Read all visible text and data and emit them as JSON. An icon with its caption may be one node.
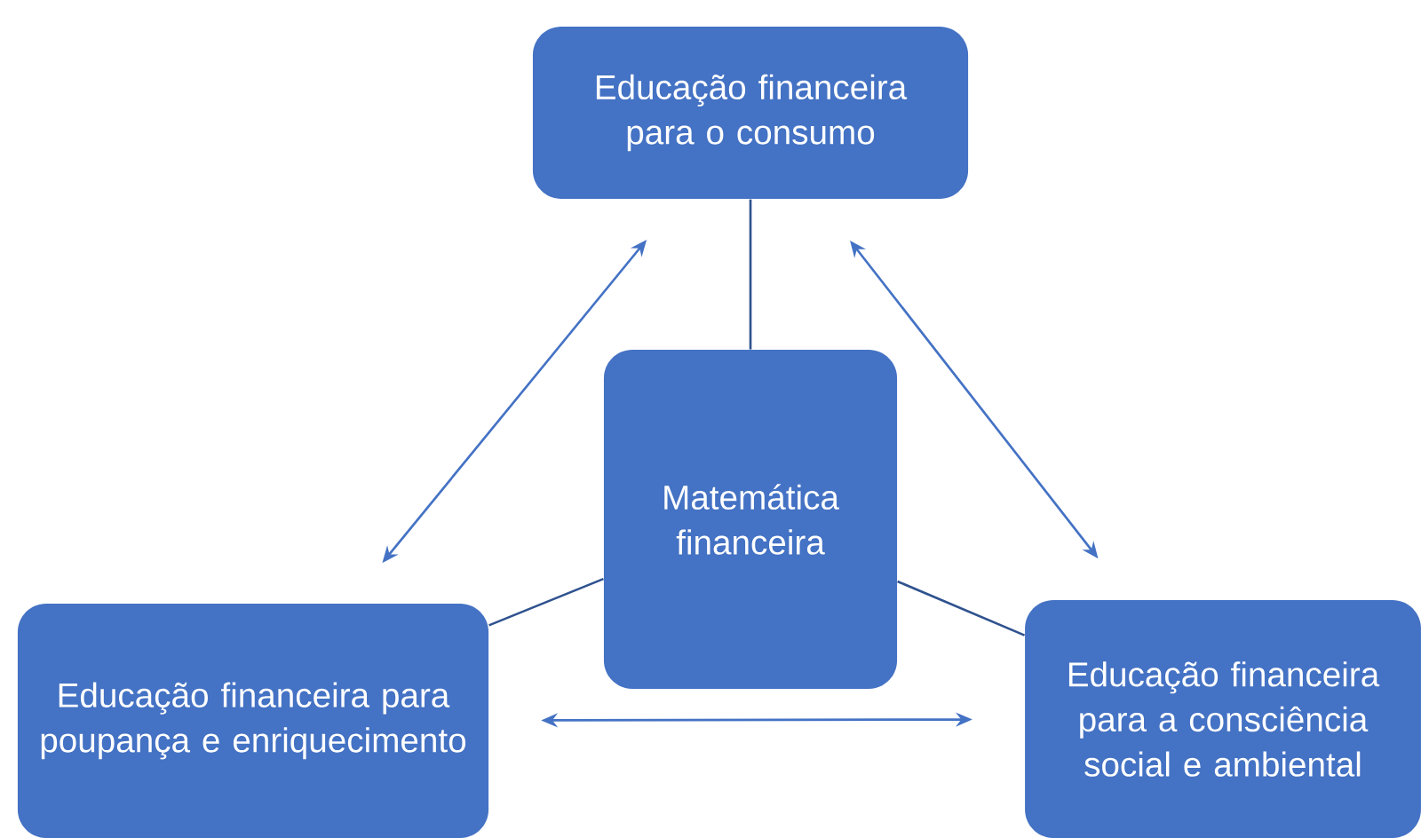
{
  "diagram": {
    "nodes": [
      {
        "text": [
          "Educação financeira para o consumo"
        ]
      },
      {
        "text": [
          "Matemática financeira"
        ]
      },
      {
        "text": [
          "Educação financeira para poupança e enriquecimento"
        ]
      },
      {
        "text": [
          "Educação financeira para a consciência social e ambiental"
        ]
      }
    ],
    "edges": [
      {
        "from": 0,
        "to": 1,
        "arrow": "none"
      },
      {
        "from": 2,
        "to": 1,
        "arrow": "none"
      },
      {
        "from": 3,
        "to": 1,
        "arrow": "none"
      },
      {
        "from": 0,
        "to": 2,
        "arrow": "both"
      },
      {
        "from": 0,
        "to": 3,
        "arrow": "both"
      },
      {
        "from": 2,
        "to": 3,
        "arrow": "both"
      }
    ]
  }
}
